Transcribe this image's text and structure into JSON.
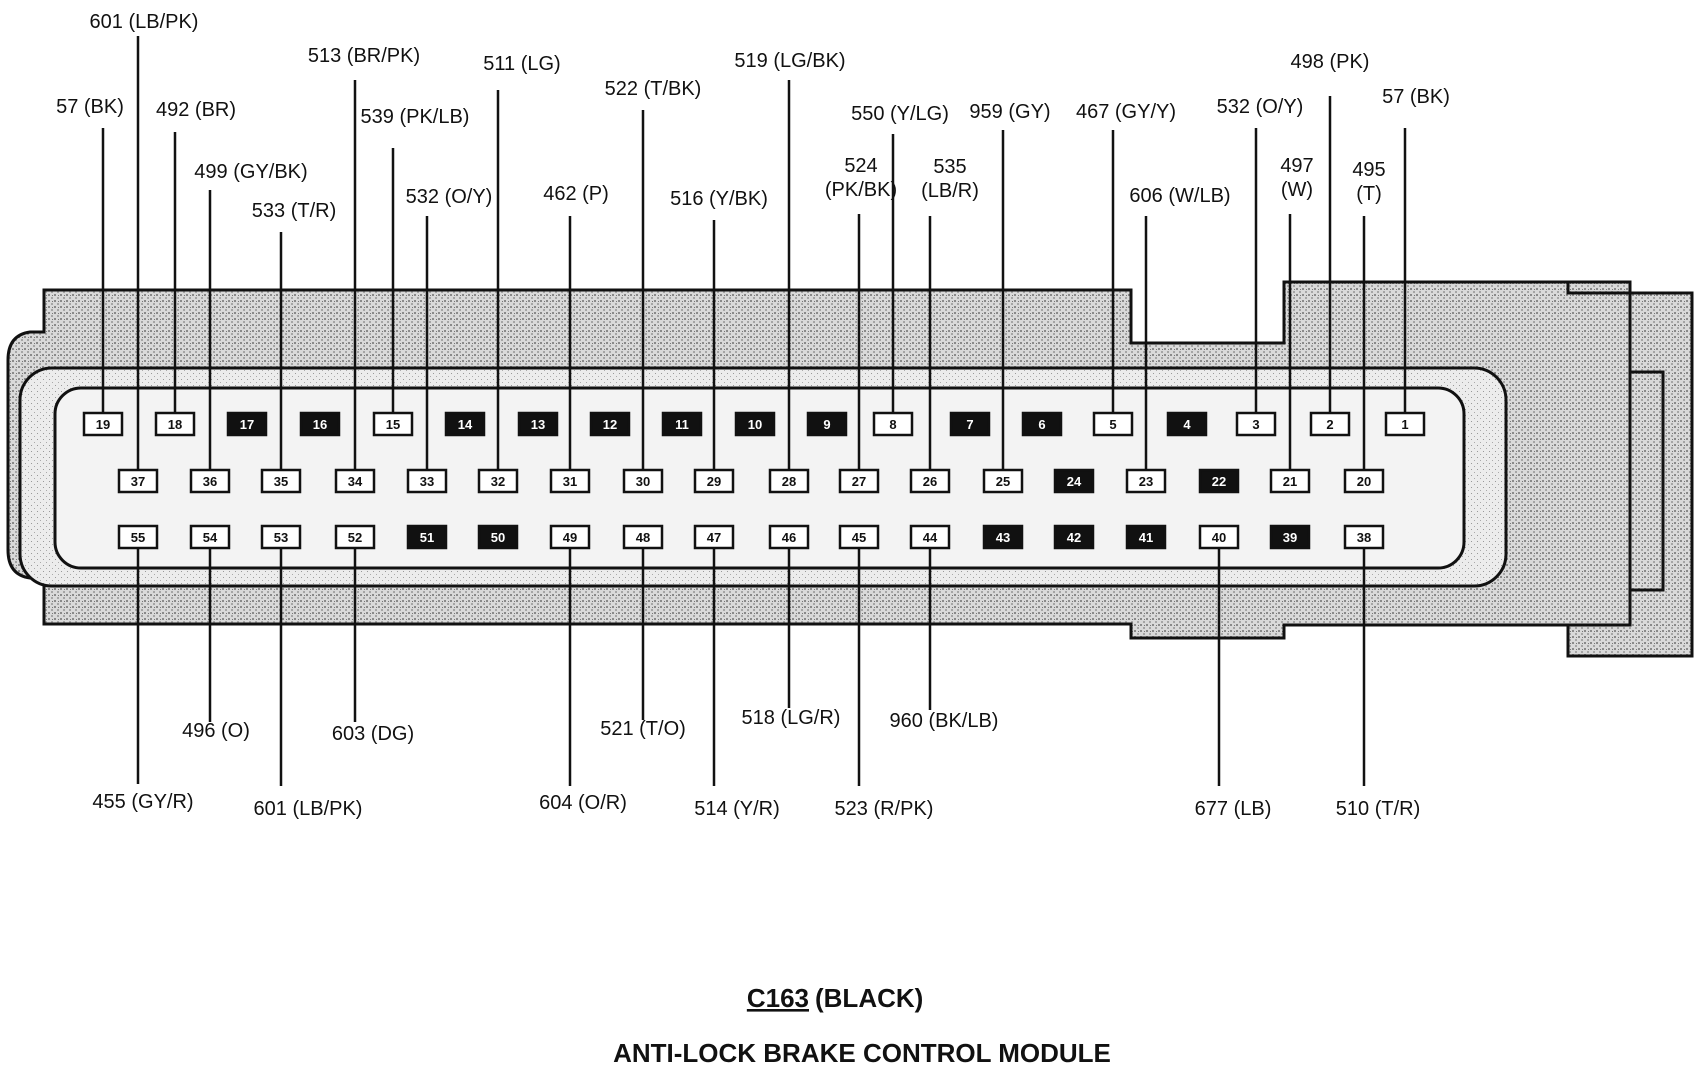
{
  "connector": {
    "id": "C163",
    "color": "(BLACK)",
    "module": "ANTI-LOCK BRAKE CONTROL MODULE"
  },
  "pins": [
    {
      "n": "1",
      "used": true,
      "wire": "57 (BK)"
    },
    {
      "n": "2",
      "used": true,
      "wire": "498 (PK)"
    },
    {
      "n": "3",
      "used": true,
      "wire": "532 (O/Y)"
    },
    {
      "n": "4",
      "used": false
    },
    {
      "n": "5",
      "used": true,
      "wire": "467 (GY/Y)"
    },
    {
      "n": "6",
      "used": false
    },
    {
      "n": "7",
      "used": false
    },
    {
      "n": "8",
      "used": true,
      "wire": "550 (Y/LG)"
    },
    {
      "n": "9",
      "used": false
    },
    {
      "n": "10",
      "used": false
    },
    {
      "n": "11",
      "used": false
    },
    {
      "n": "12",
      "used": false
    },
    {
      "n": "13",
      "used": false
    },
    {
      "n": "14",
      "used": false
    },
    {
      "n": "15",
      "used": true,
      "wire": "539 (PK/LB)"
    },
    {
      "n": "16",
      "used": false
    },
    {
      "n": "17",
      "used": false
    },
    {
      "n": "18",
      "used": true,
      "wire": "492 (BR)"
    },
    {
      "n": "19",
      "used": true,
      "wire": "57 (BK)"
    },
    {
      "n": "20",
      "used": true,
      "wire": [
        "495",
        "(T)"
      ]
    },
    {
      "n": "21",
      "used": true,
      "wire": [
        "497",
        "(W)"
      ]
    },
    {
      "n": "22",
      "used": false
    },
    {
      "n": "23",
      "used": true,
      "wire": "606 (W/LB)"
    },
    {
      "n": "24",
      "used": false
    },
    {
      "n": "25",
      "used": true,
      "wire": "959 (GY)"
    },
    {
      "n": "26",
      "used": true,
      "wire": [
        "535",
        "(LB/R)"
      ]
    },
    {
      "n": "27",
      "used": true,
      "wire": [
        "524",
        "(PK/BK)"
      ]
    },
    {
      "n": "28",
      "used": true,
      "wire": "519 (LG/BK)"
    },
    {
      "n": "29",
      "used": true,
      "wire": "516 (Y/BK)"
    },
    {
      "n": "30",
      "used": true,
      "wire": "522 (T/BK)"
    },
    {
      "n": "31",
      "used": true,
      "wire": "462 (P)"
    },
    {
      "n": "32",
      "used": true,
      "wire": "511 (LG)"
    },
    {
      "n": "33",
      "used": true,
      "wire": "532 (O/Y)"
    },
    {
      "n": "34",
      "used": true,
      "wire": "513 (BR/PK)"
    },
    {
      "n": "35",
      "used": true,
      "wire": "533 (T/R)"
    },
    {
      "n": "36",
      "used": true,
      "wire": "499 (GY/BK)"
    },
    {
      "n": "37",
      "used": true,
      "wire": "601 (LB/PK)"
    },
    {
      "n": "38",
      "used": true,
      "wire": "510 (T/R)"
    },
    {
      "n": "39",
      "used": false
    },
    {
      "n": "40",
      "used": true,
      "wire": "677 (LB)"
    },
    {
      "n": "41",
      "used": false
    },
    {
      "n": "42",
      "used": false
    },
    {
      "n": "43",
      "used": false
    },
    {
      "n": "44",
      "used": true,
      "wire": "960 (BK/LB)"
    },
    {
      "n": "45",
      "used": true,
      "wire": "523 (R/PK)"
    },
    {
      "n": "46",
      "used": true,
      "wire": "518 (LG/R)"
    },
    {
      "n": "47",
      "used": true,
      "wire": "514 (Y/R)"
    },
    {
      "n": "48",
      "used": true,
      "wire": "521 (T/O)"
    },
    {
      "n": "49",
      "used": true,
      "wire": "604 (O/R)"
    },
    {
      "n": "50",
      "used": false
    },
    {
      "n": "51",
      "used": false
    },
    {
      "n": "52",
      "used": true,
      "wire": "603 (DG)"
    },
    {
      "n": "53",
      "used": true,
      "wire": "601 (LB/PK)"
    },
    {
      "n": "54",
      "used": true,
      "wire": "496 (O)"
    },
    {
      "n": "55",
      "used": true,
      "wire": "455 (GY/R)"
    }
  ]
}
